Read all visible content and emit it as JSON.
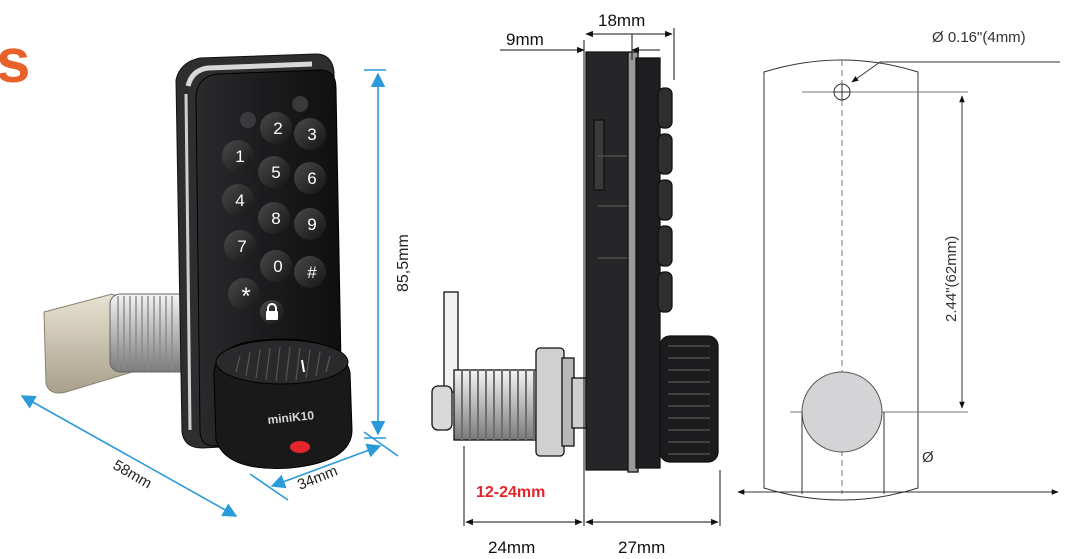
{
  "heading_fragment": "s",
  "product": {
    "brand_text": "miniK10",
    "keypad_keys": [
      "2",
      "3",
      "1",
      "5",
      "6",
      "4",
      "8",
      "9",
      "7",
      "0",
      "#",
      "*"
    ]
  },
  "dimensions": {
    "width": "58mm",
    "depth": "34mm",
    "height": "85,5mm",
    "top_depth": "18mm",
    "top_offset": "9mm",
    "thickness_range": "12-24mm",
    "cam_length": "24mm",
    "body_depth": "27mm",
    "hole_diameter": "Ø 0.16\"(4mm)",
    "hole_spacing": "2.44\"(62mm)",
    "large_diameter": "Ø"
  },
  "colors": {
    "heading": "#e8602a",
    "dimension_line": "#2a9ad9",
    "range_text": "#e3262b",
    "lock_body": "#1c1c1e"
  }
}
